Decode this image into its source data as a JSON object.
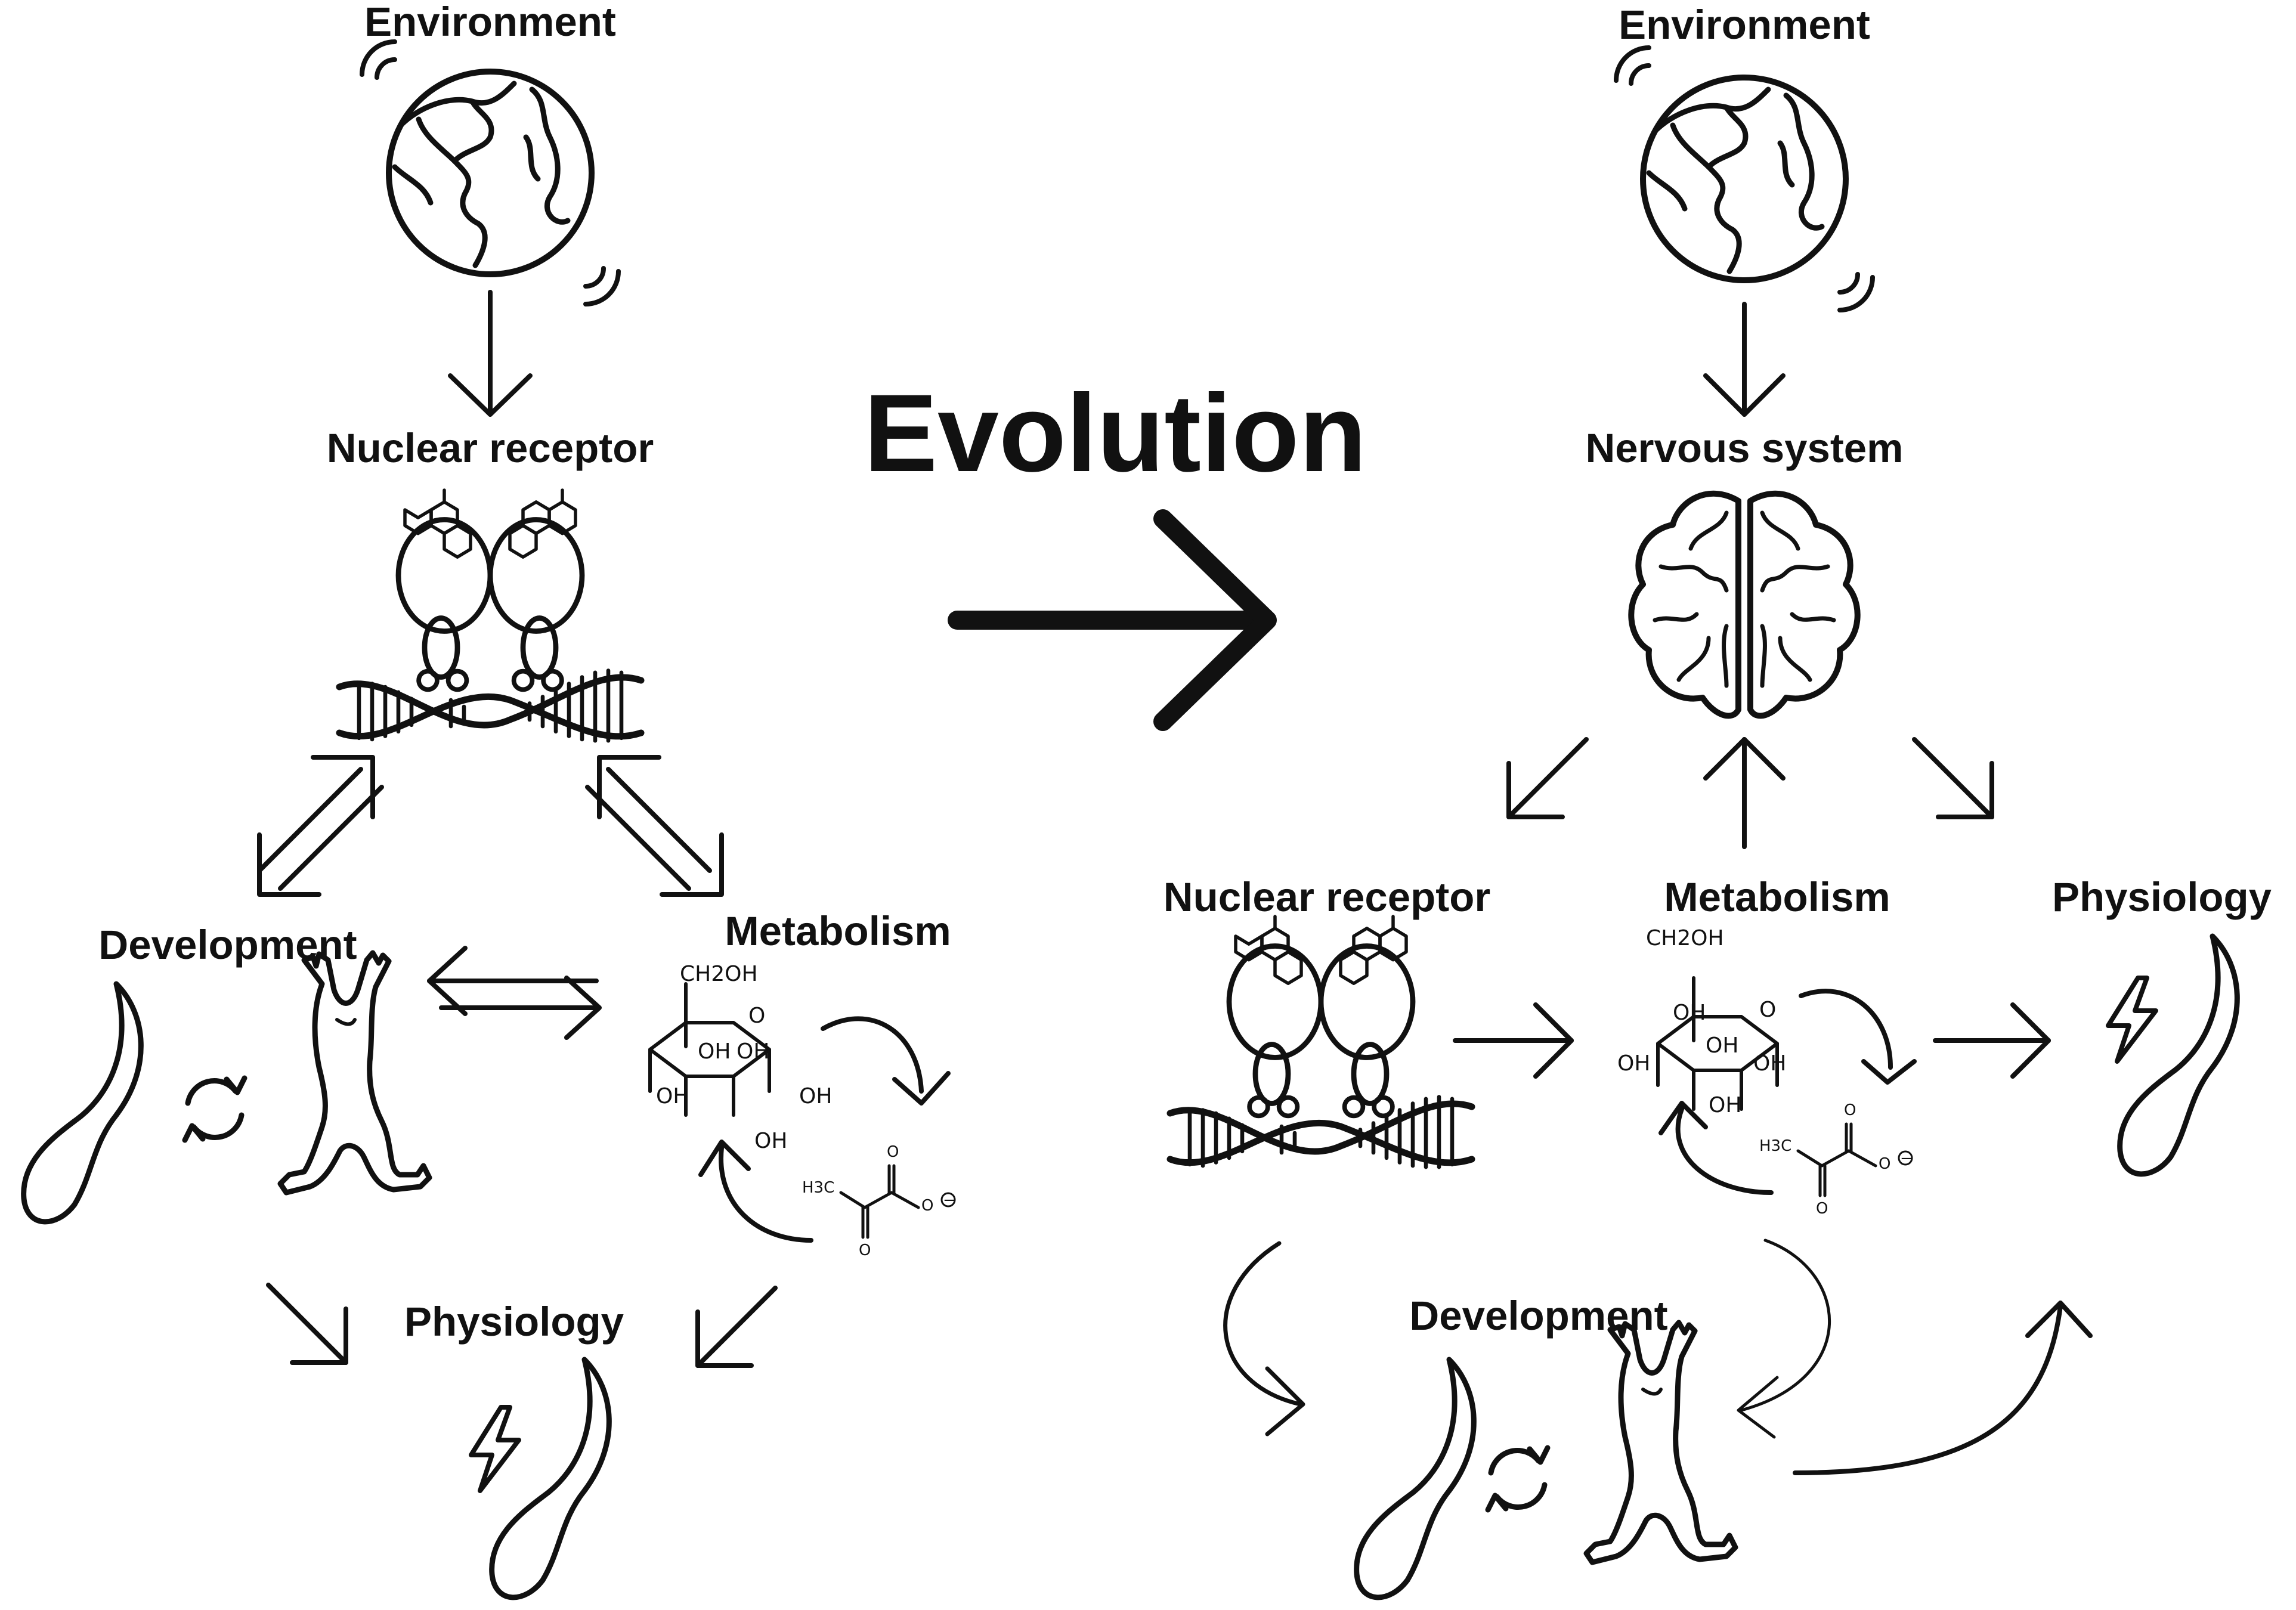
{
  "title": "Evolution",
  "left": {
    "environment": "Environment",
    "nuclear_receptor": "Nuclear receptor",
    "development": "Development",
    "metabolism": "Metabolism",
    "physiology": "Physiology"
  },
  "right": {
    "environment": "Environment",
    "nervous_system": "Nervous system",
    "nuclear_receptor": "Nuclear receptor",
    "metabolism": "Metabolism",
    "physiology": "Physiology",
    "development": "Development"
  },
  "chemistry": {
    "ch2oh": "CH2OH",
    "oh": "OH",
    "o": "O",
    "h3c": "H3C",
    "h3": "H3",
    "c": "C",
    "minus": "−"
  }
}
